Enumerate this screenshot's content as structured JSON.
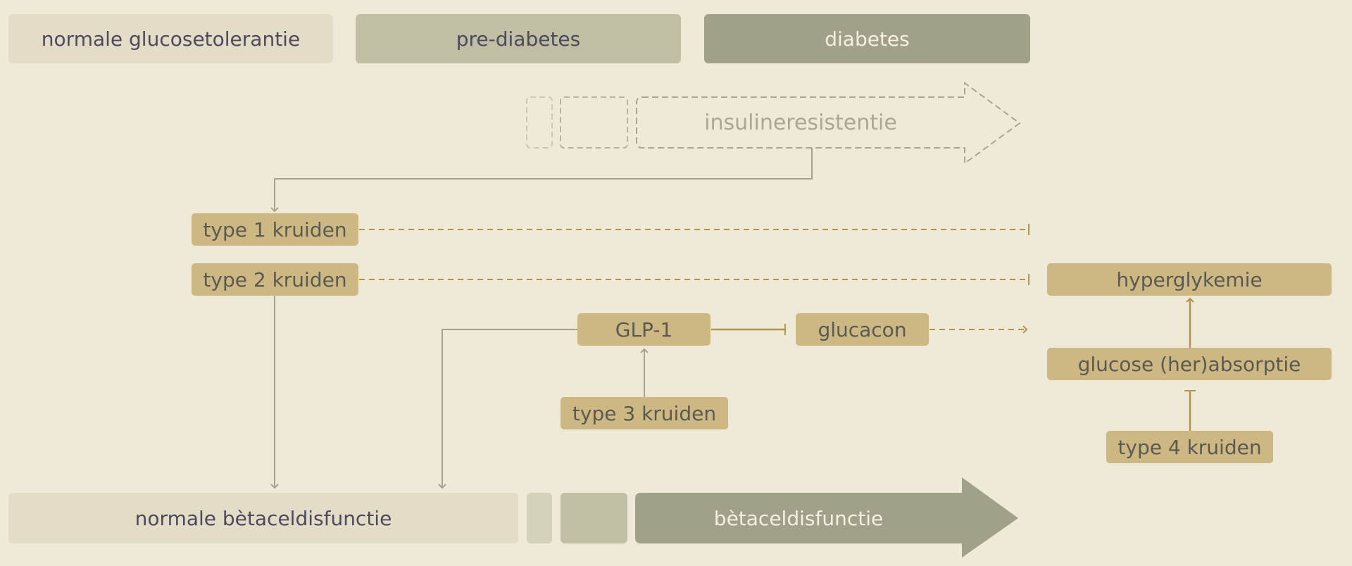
{
  "stages": {
    "normal": "normale glucosetolerantie",
    "pre": "pre-diabetes",
    "diabetes": "diabetes"
  },
  "insulin_resistance": "insulineresistentie",
  "beta": {
    "normal": "normale bètaceldisfunctie",
    "dysfunction": "bètaceldisfunctie"
  },
  "nodes": {
    "herbs_type1": "type 1 kruiden",
    "herbs_type2": "type 2 kruiden",
    "herbs_type3": "type 3 kruiden",
    "herbs_type4": "type 4 kruiden",
    "glp1": "GLP-1",
    "glucagon": "glucacon",
    "hyperglycemia": "hyperglykemie",
    "glucose_absorption": "glucose (her)absorptie"
  },
  "colors": {
    "background": "#efe9d8",
    "stage_normal": "#e3ddc8",
    "stage_pre": "#c0bfa3",
    "stage_diabetes": "#a1a189",
    "herb_box": "#cdb783",
    "gray_line": "#a5a391",
    "gold_line": "#b09648",
    "dashed_outline": "#b7b4a2"
  }
}
